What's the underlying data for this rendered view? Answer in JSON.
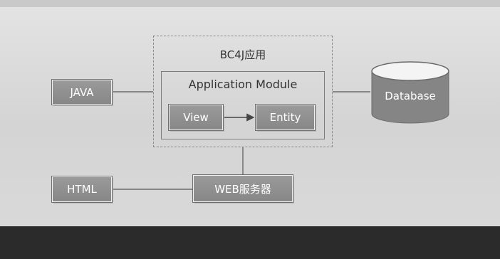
{
  "diagram": {
    "container_title": "BC4J应用",
    "module_title": "Application Module",
    "nodes": {
      "java": "JAVA",
      "view": "View",
      "entity": "Entity",
      "html": "HTML",
      "web_server": "WEB服务器",
      "database": "Database"
    }
  },
  "colors": {
    "background": "#d9d9d9",
    "node_fill": "#8f8f8f",
    "database_fill": "#858585",
    "footer": "#2b2b2b"
  }
}
